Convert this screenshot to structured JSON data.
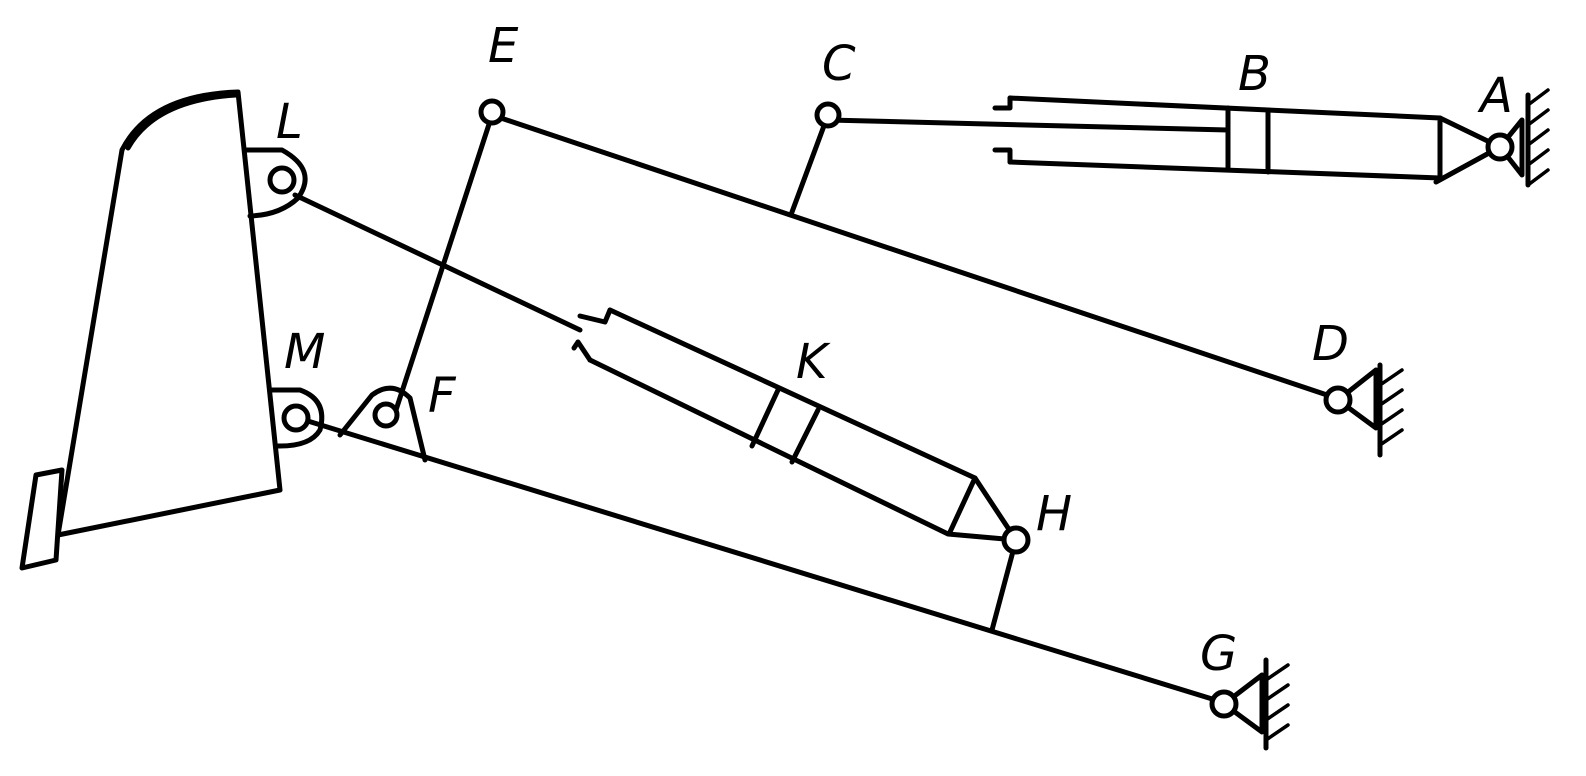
{
  "diagram": {
    "labels": {
      "A": "A",
      "B": "B",
      "C": "C",
      "D": "D",
      "E": "E",
      "F": "F",
      "G": "G",
      "H": "H",
      "K": "K",
      "L": "L",
      "M": "M"
    },
    "colors": {
      "ink": "#000000",
      "paper": "#ffffff"
    }
  }
}
